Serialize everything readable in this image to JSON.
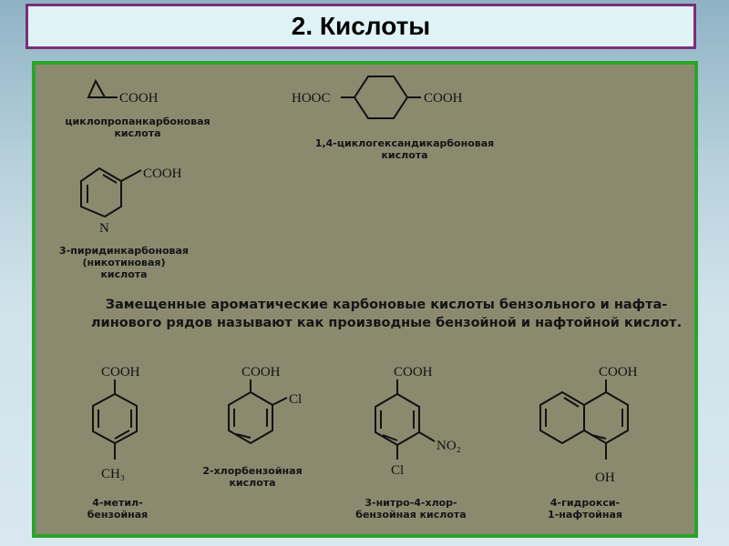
{
  "title": "2. Кислоты",
  "structures": {
    "cyclopropane": {
      "group": "COOH",
      "name_line1": "циклопропанкарбоновая",
      "name_line2": "кислота"
    },
    "cyclohexane": {
      "group_left": "HOOC",
      "group_right": "COOH",
      "name_line1": "1,4-циклогександикарбоновая",
      "name_line2": "кислота"
    },
    "pyridine": {
      "group": "COOH",
      "ring_atom": "N",
      "name_line1": "3-пиридинкарбоновая",
      "name_line2": "(никотиновая)",
      "name_line3": "кислота"
    },
    "methylbenzoic": {
      "group": "COOH",
      "substituent": "CH₃",
      "name_line1": "4-метил-",
      "name_line2": "бензойная"
    },
    "chlorobenzoic": {
      "group": "COOH",
      "substituent": "Cl",
      "name_line1": "2-хлорбензойная",
      "name_line2": "кислота"
    },
    "nitrochlorobenzoic": {
      "group": "COOH",
      "substituent_nitro": "NO₂",
      "substituent_cl": "Cl",
      "name_line1": "3-нитро-4-хлор-",
      "name_line2": "бензойная кислота"
    },
    "hydroxynaphthoic": {
      "group": "COOH",
      "substituent": "OH",
      "name_line1": "4-гидрокси-",
      "name_line2": "1-нафтойная"
    }
  },
  "paragraph": "Замещенные ароматические карбоновые кислоты бензольного и нафта-линового рядов называют как производные бензойной и нафтойной кислот."
}
